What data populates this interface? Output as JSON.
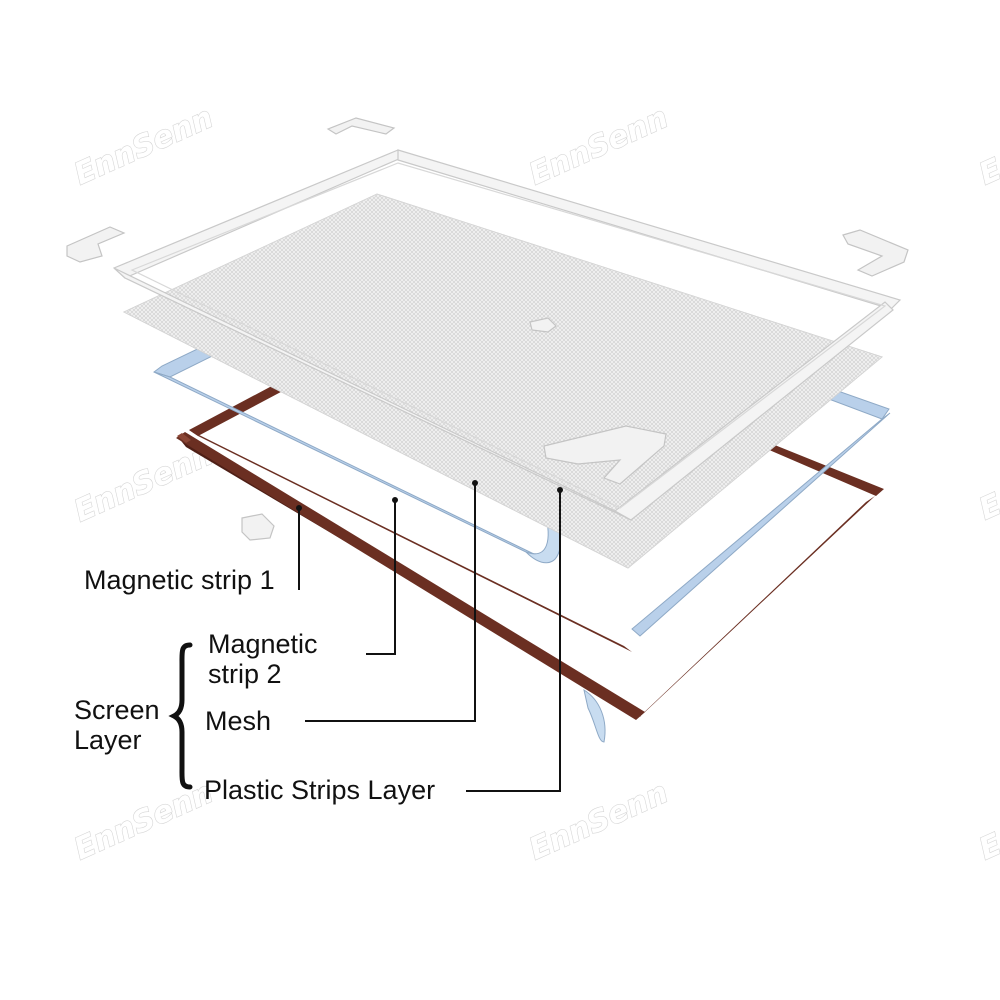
{
  "watermark": {
    "text": "EnnSenn"
  },
  "colors": {
    "brown_strip": "#6b2f22",
    "blue_strip": "#b9d0ea",
    "mesh": "#d6d6d6",
    "frame": "#f4f4f4",
    "frame_outline": "#c9c9c9",
    "leader_line": "#111111"
  },
  "labels": {
    "magnetic_strip_1": "Magnetic strip 1",
    "magnetic_strip_2_line1": "Magnetic",
    "magnetic_strip_2_line2": "strip 2",
    "screen_layer_line1": "Screen",
    "screen_layer_line2": "Layer",
    "mesh": "Mesh",
    "plastic_strips_layer": "Plastic Strips Layer"
  },
  "icons": {
    "group_bracket": "curly-brace-icon"
  }
}
